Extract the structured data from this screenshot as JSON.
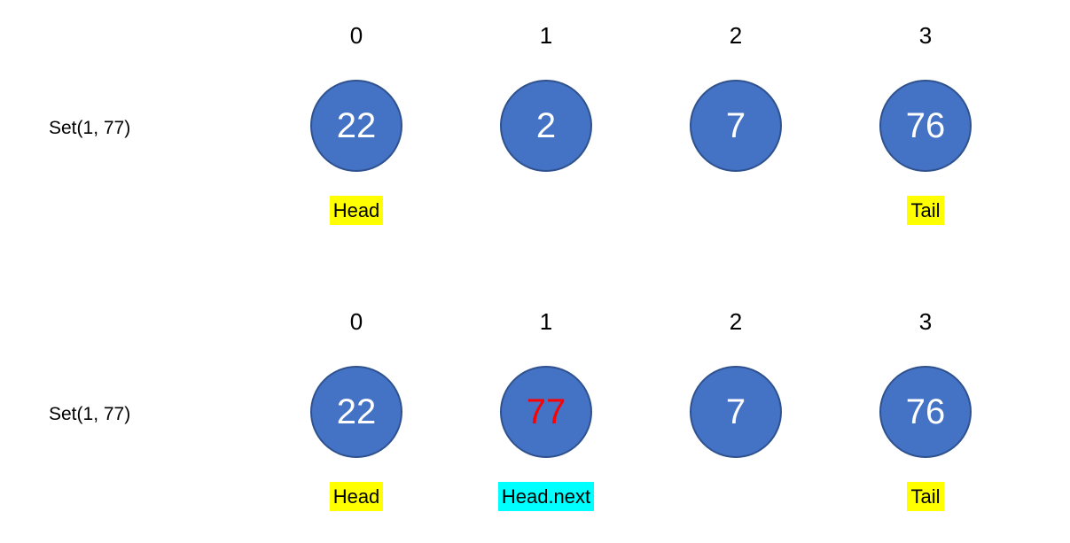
{
  "colors": {
    "background": "#ffffff",
    "node_fill": "#4472C4",
    "node_border": "#2F528F",
    "node_text_default": "#ffffff",
    "changed_value_text": "#FF0000",
    "head_tail_highlight": "#FFFF00",
    "head_next_highlight": "#00FFFF",
    "label_text": "#000000"
  },
  "rows": [
    {
      "operation": "Set(1, 77)",
      "indices": [
        "0",
        "1",
        "2",
        "3"
      ],
      "nodes": [
        {
          "value": "22",
          "text_color": "#ffffff",
          "pointer": "Head",
          "pointer_bg": "#FFFF00"
        },
        {
          "value": "2",
          "text_color": "#ffffff",
          "pointer": "",
          "pointer_bg": ""
        },
        {
          "value": "7",
          "text_color": "#ffffff",
          "pointer": "",
          "pointer_bg": ""
        },
        {
          "value": "76",
          "text_color": "#ffffff",
          "pointer": "Tail",
          "pointer_bg": "#FFFF00"
        }
      ]
    },
    {
      "operation": "Set(1, 77)",
      "indices": [
        "0",
        "1",
        "2",
        "3"
      ],
      "nodes": [
        {
          "value": "22",
          "text_color": "#ffffff",
          "pointer": "Head",
          "pointer_bg": "#FFFF00"
        },
        {
          "value": "77",
          "text_color": "#FF0000",
          "pointer": "Head.next",
          "pointer_bg": "#00FFFF"
        },
        {
          "value": "7",
          "text_color": "#ffffff",
          "pointer": "",
          "pointer_bg": ""
        },
        {
          "value": "76",
          "text_color": "#ffffff",
          "pointer": "Tail",
          "pointer_bg": "#FFFF00"
        }
      ]
    }
  ]
}
